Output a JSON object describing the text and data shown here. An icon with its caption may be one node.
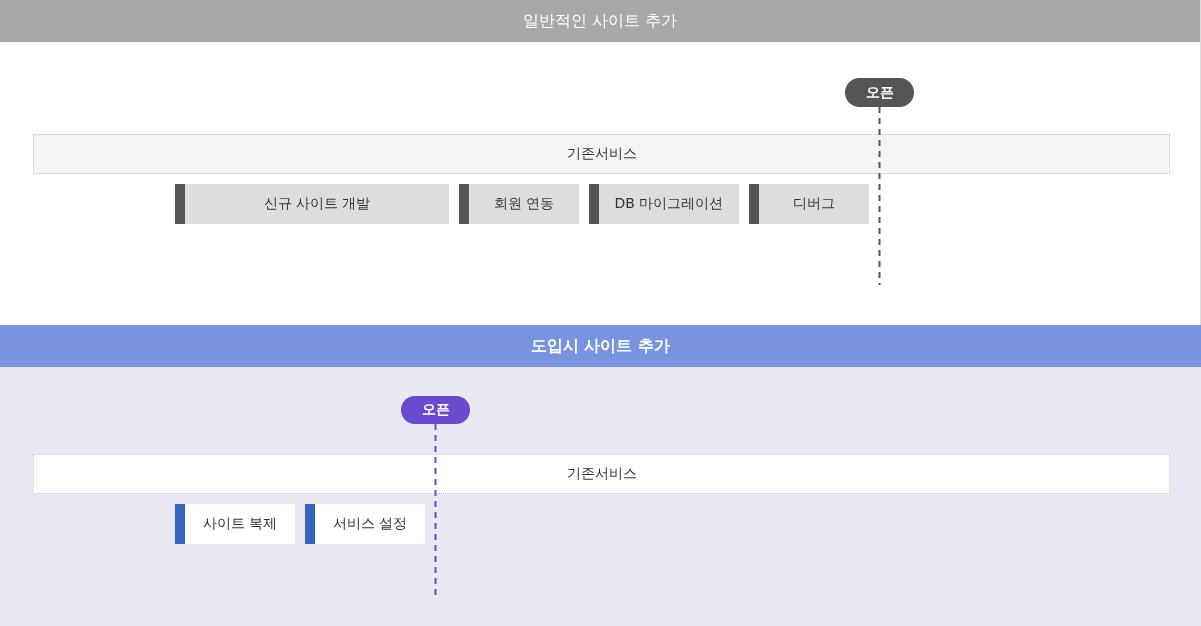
{
  "diagram": {
    "nodes": [
      {
        "text": [
          "일반적인 사이트 추가"
        ]
      },
      {
        "text": [
          "오픈"
        ],
        "in": 0
      },
      {
        "text": [
          "기존서비스"
        ],
        "in": 0
      },
      {
        "text": [
          "신규 사이트 개발"
        ],
        "in": 0
      },
      {
        "text": [
          "회원 연동"
        ],
        "in": 0
      },
      {
        "text": [
          "DB 마이그레이션"
        ],
        "in": 0
      },
      {
        "text": [
          "디버그"
        ],
        "in": 0
      },
      {
        "text": [
          "도입시 사이트 추가"
        ]
      },
      {
        "text": [
          "오픈"
        ],
        "in": 7
      },
      {
        "text": [
          "기존서비스"
        ],
        "in": 7
      },
      {
        "text": [
          "사이트 복제"
        ],
        "in": 7
      },
      {
        "text": [
          "서비스 설정"
        ],
        "in": 7
      }
    ],
    "edges": [
      {
        "from": 1,
        "to": null,
        "arrow": "none",
        "style": "dashed",
        "color": "#555555"
      },
      {
        "from": 8,
        "to": null,
        "arrow": "none",
        "style": "dashed",
        "color": "#6a4bcf"
      }
    ]
  }
}
